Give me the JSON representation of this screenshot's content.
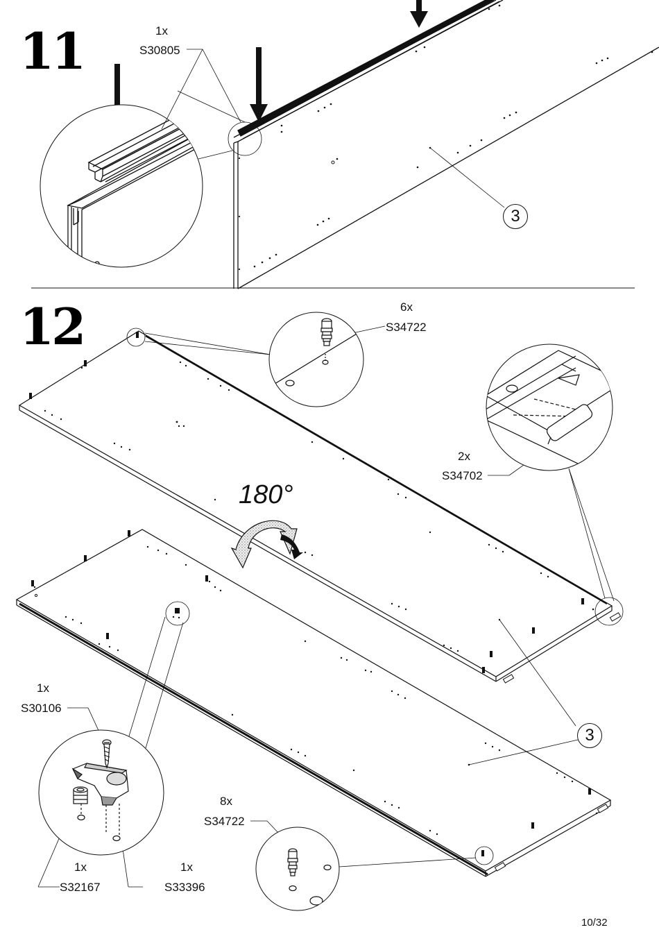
{
  "steps": [
    {
      "number": "11"
    },
    {
      "number": "12"
    }
  ],
  "step11": {
    "part": {
      "qty": "1x",
      "code": "S30805"
    },
    "panel_callout": "3"
  },
  "step12": {
    "part_top": {
      "qty": "6x",
      "code": "S34722"
    },
    "part_right": {
      "qty": "2x",
      "code": "S34702"
    },
    "rotation": "180°",
    "panel_callout": "3",
    "part_a": {
      "qty": "1x",
      "code": "S30106"
    },
    "part_b": {
      "qty": "1x",
      "code": "S32167"
    },
    "part_c": {
      "qty": "1x",
      "code": "S33396"
    },
    "part_bottom": {
      "qty": "8x",
      "code": "S34722"
    }
  },
  "page": "10/32",
  "icons": [
    "down-arrow-icon",
    "rotate-arrow-icon"
  ]
}
